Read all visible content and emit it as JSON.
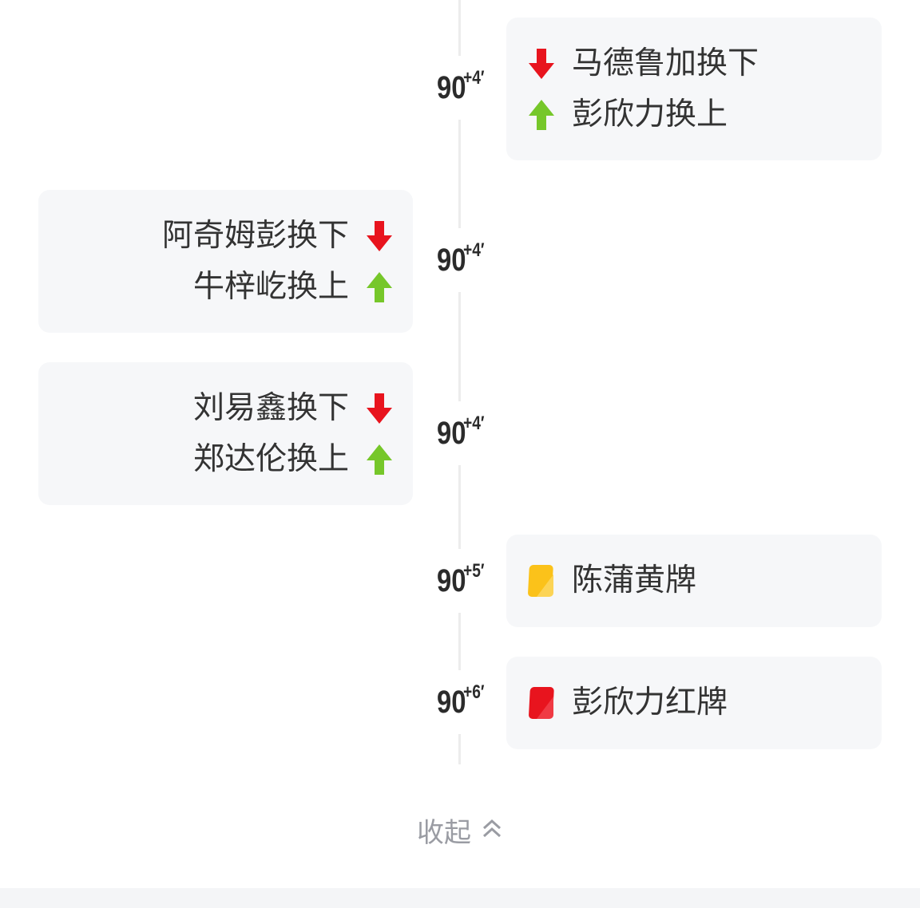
{
  "events": [
    {
      "time": "90",
      "added": "+4′",
      "side": "right",
      "lines": [
        {
          "icon": "sub-out-arrow-icon",
          "text": "马德鲁加换下"
        },
        {
          "icon": "sub-in-arrow-icon",
          "text": "彭欣力换上"
        }
      ]
    },
    {
      "time": "90",
      "added": "+4′",
      "side": "left",
      "lines": [
        {
          "icon": "sub-out-arrow-icon",
          "text": "阿奇姆彭换下"
        },
        {
          "icon": "sub-in-arrow-icon",
          "text": "牛梓屹换上"
        }
      ]
    },
    {
      "time": "90",
      "added": "+4′",
      "side": "left",
      "lines": [
        {
          "icon": "sub-out-arrow-icon",
          "text": "刘易鑫换下"
        },
        {
          "icon": "sub-in-arrow-icon",
          "text": "郑达伦换上"
        }
      ]
    },
    {
      "time": "90",
      "added": "+5′",
      "side": "right",
      "lines": [
        {
          "icon": "yellow-card-icon",
          "text": "陈蒲黄牌"
        }
      ]
    },
    {
      "time": "90",
      "added": "+6′",
      "side": "right",
      "lines": [
        {
          "icon": "red-card-icon",
          "text": "彭欣力红牌"
        }
      ]
    }
  ],
  "collapse_label": "收起",
  "colors": {
    "out": "#e8141e",
    "in": "#76c72a",
    "yellow": "#fbc21a",
    "red": "#e8141e",
    "card_bg": "#f6f7f9"
  }
}
